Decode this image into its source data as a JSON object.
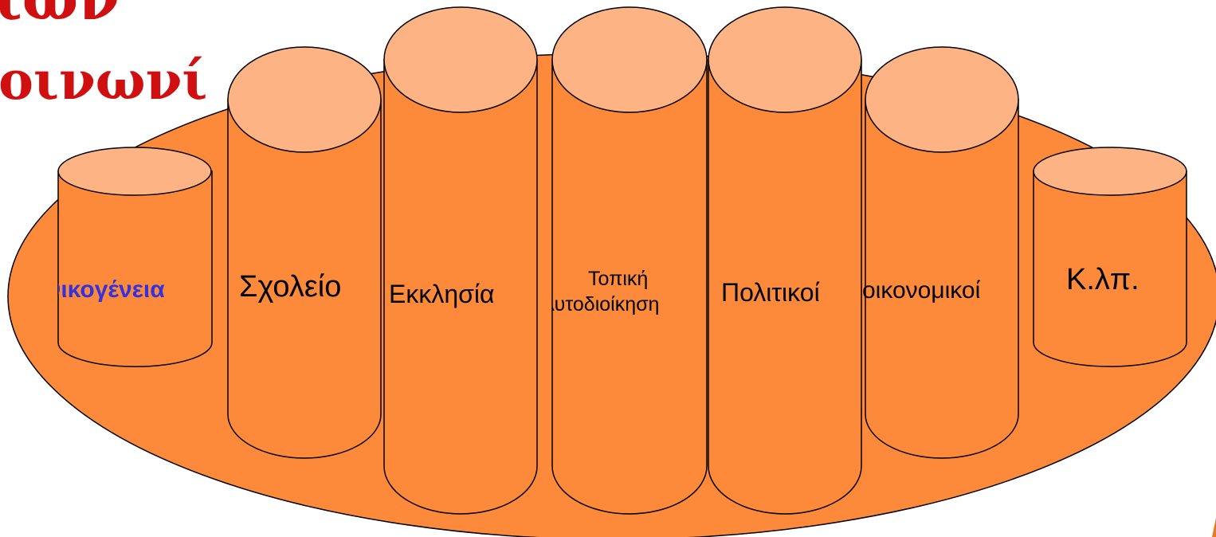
{
  "title": {
    "line1": "ιών",
    "line2": "οινωνί",
    "color": "#d01010"
  },
  "pillars": [
    {
      "label": "Οικογένεια",
      "color": "#3333dd",
      "bold": true
    },
    {
      "label": "Σχολείο"
    },
    {
      "label": "Εκκλησία"
    },
    {
      "label_line1": "Τοπική",
      "label_line2": "Αυτοδιοίκηση"
    },
    {
      "label": "Πολιτικοί"
    },
    {
      "label": "οικονομικοί"
    },
    {
      "label": "Κ.λπ."
    }
  ],
  "colors": {
    "platform_fill": "#fd8a3b",
    "pillar_body": "#fd8a3b",
    "pillar_top": "#fdb384",
    "outline": "#000000"
  }
}
